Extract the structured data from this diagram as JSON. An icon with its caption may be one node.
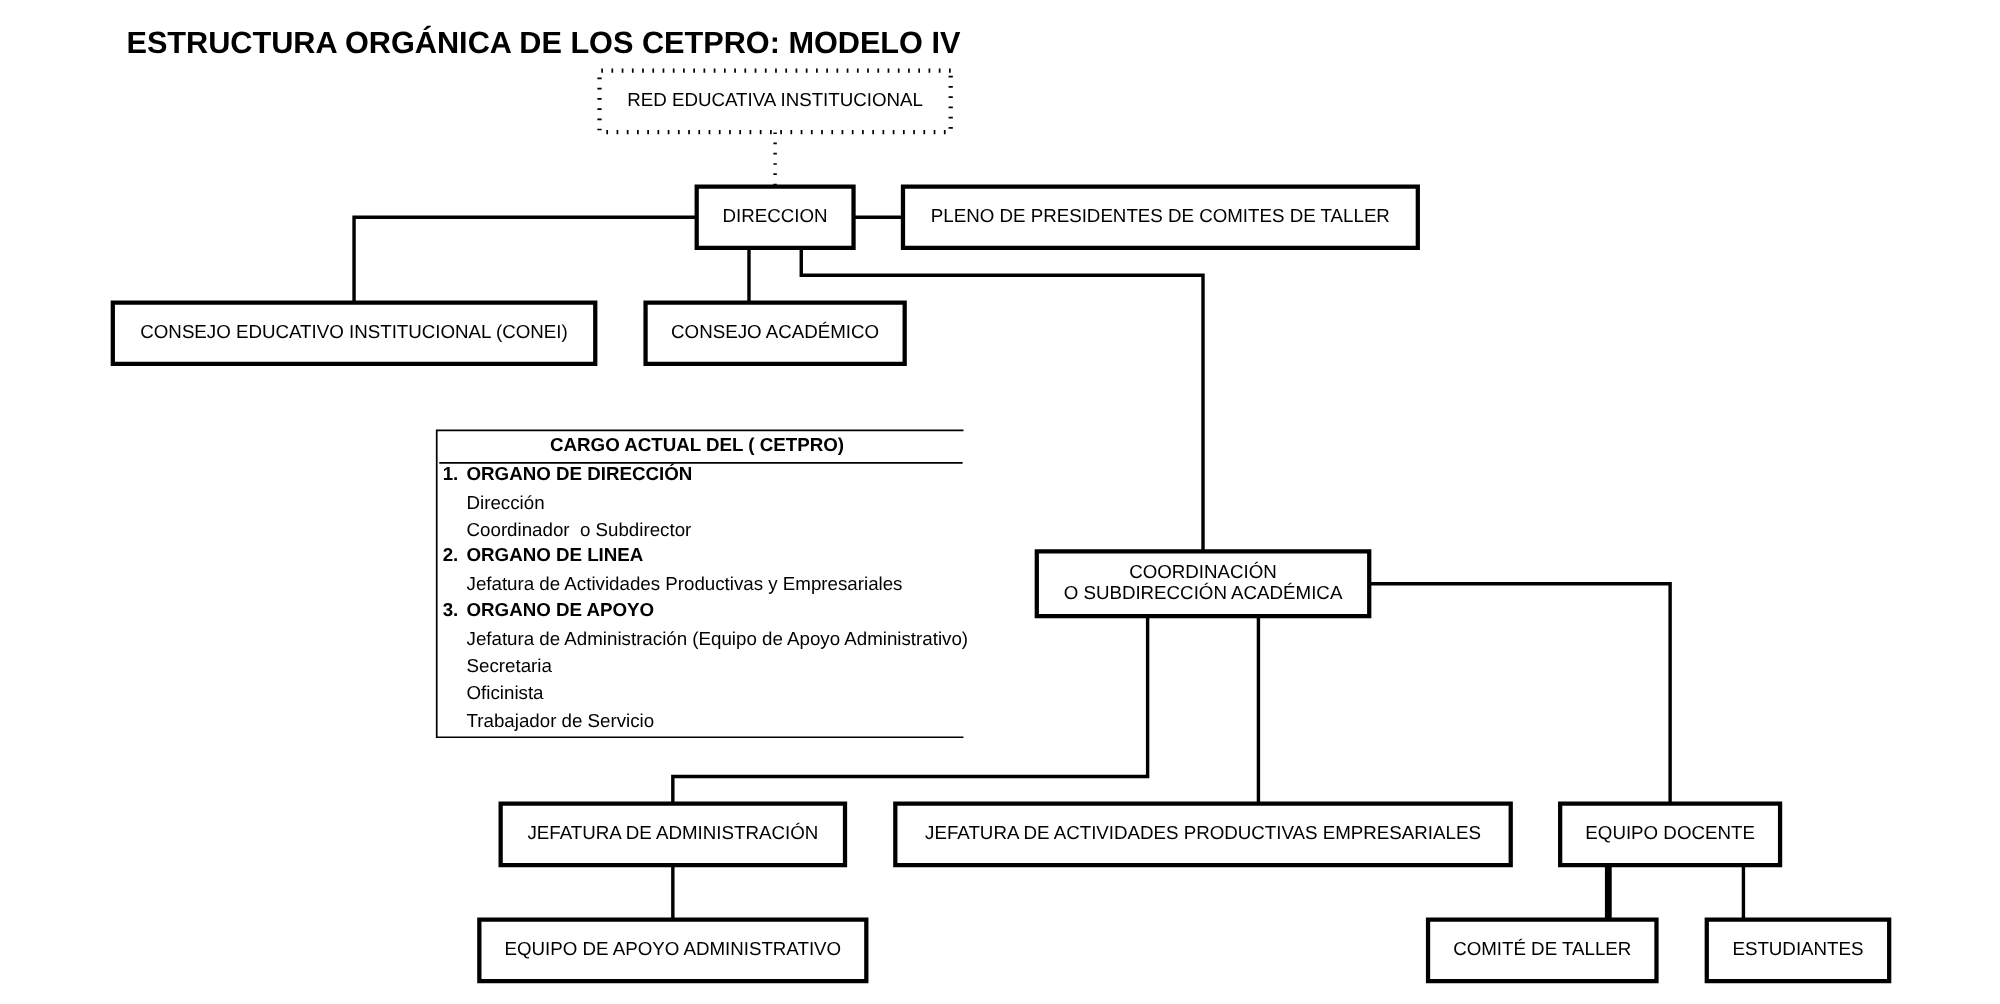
{
  "diagram": {
    "title": "ESTRUCTURA ORGÁNICA DE LOS CETPRO: MODELO IV",
    "nodes": [
      {
        "text": [
          "RED EDUCATIVA INSTITUCIONAL"
        ]
      },
      {
        "text": [
          "CONSEJO EDUCATIVO INSTITUCIONAL (CONEI)"
        ]
      },
      {
        "text": [
          "DIRECCION"
        ]
      },
      {
        "text": [
          "PLENO DE PRESIDENTES DE COMITES DE TALLER"
        ]
      },
      {
        "text": [
          "CONSEJO ACADÉMICO"
        ]
      },
      {
        "text": [
          "COORDINACIÓN",
          "O SUBDIRECCIÓN ACADÉMICA"
        ]
      },
      {
        "text": [
          "JEFATURA DE ADMINISTRACIÓN"
        ]
      },
      {
        "text": [
          "JEFATURA DE ACTIVIDADES PRODUCTIVAS EMPRESARIALES"
        ]
      },
      {
        "text": [
          "EQUIPO DE APOYO ADMINISTRATIVO"
        ]
      },
      {
        "text": [
          "EQUIPO DOCENTE"
        ]
      },
      {
        "text": [
          "COMITÉ DE TALLER"
        ]
      },
      {
        "text": [
          "ESTUDIANTES"
        ]
      }
    ],
    "edges": [
      {
        "from": 0,
        "to": 2,
        "arrow": "none",
        "style": "dashed"
      },
      {
        "from": 2,
        "to": 1,
        "arrow": "none"
      },
      {
        "from": 2,
        "to": 3,
        "arrow": "none"
      },
      {
        "from": 2,
        "to": 4,
        "arrow": "none"
      },
      {
        "from": 2,
        "to": 5,
        "arrow": "none"
      },
      {
        "from": 5,
        "to": 6,
        "arrow": "none"
      },
      {
        "from": 5,
        "to": 7,
        "arrow": "none"
      },
      {
        "from": 5,
        "to": 9,
        "arrow": "none"
      },
      {
        "from": 6,
        "to": 8,
        "arrow": "none"
      },
      {
        "from": 9,
        "to": 10,
        "arrow": "none",
        "style": "thick"
      },
      {
        "from": 9,
        "to": 11,
        "arrow": "none"
      }
    ],
    "labels": [
      "CARGO ACTUAL DEL ( CETPRO)",
      "1.",
      "ORGANO DE DIRECCIÓN",
      "Dirección",
      "Coordinador  o Subdirector",
      "2.",
      "ORGANO DE LINEA",
      "Jefatura de Actividades Productivas y Empresariales",
      "3.",
      "ORGANO DE APOYO",
      "Jefatura de Administración (Equipo de Apoyo Administrativo)",
      "Secretaria",
      "Oficinista",
      "Trabajador de Servicio"
    ]
  }
}
